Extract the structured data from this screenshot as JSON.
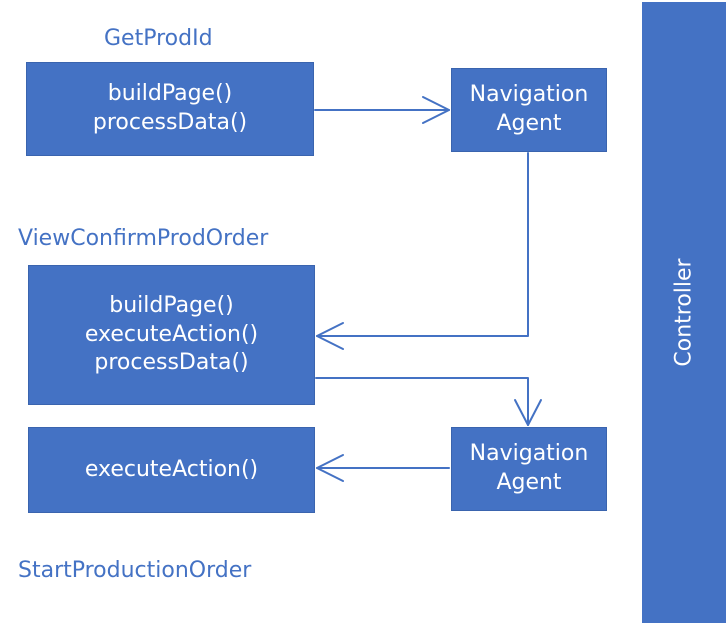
{
  "labels": {
    "get_prod_id": "GetProdId",
    "view_confirm_prod_order": "ViewConfirmProdOrder",
    "start_production_order": "StartProductionOrder"
  },
  "boxes": {
    "get_prod_id": [
      "buildPage()",
      "processData()"
    ],
    "view_confirm_prod_order": [
      "buildPage()",
      "executeAction()",
      "processData()"
    ],
    "start_production_order": [
      "executeAction()"
    ],
    "navigation_agent_top": [
      "Navigation",
      "Agent"
    ],
    "navigation_agent_bottom": [
      "Navigation",
      "Agent"
    ]
  },
  "controller": "Controller",
  "colors": {
    "accent": "#4472C4",
    "box_text": "#ffffff"
  }
}
